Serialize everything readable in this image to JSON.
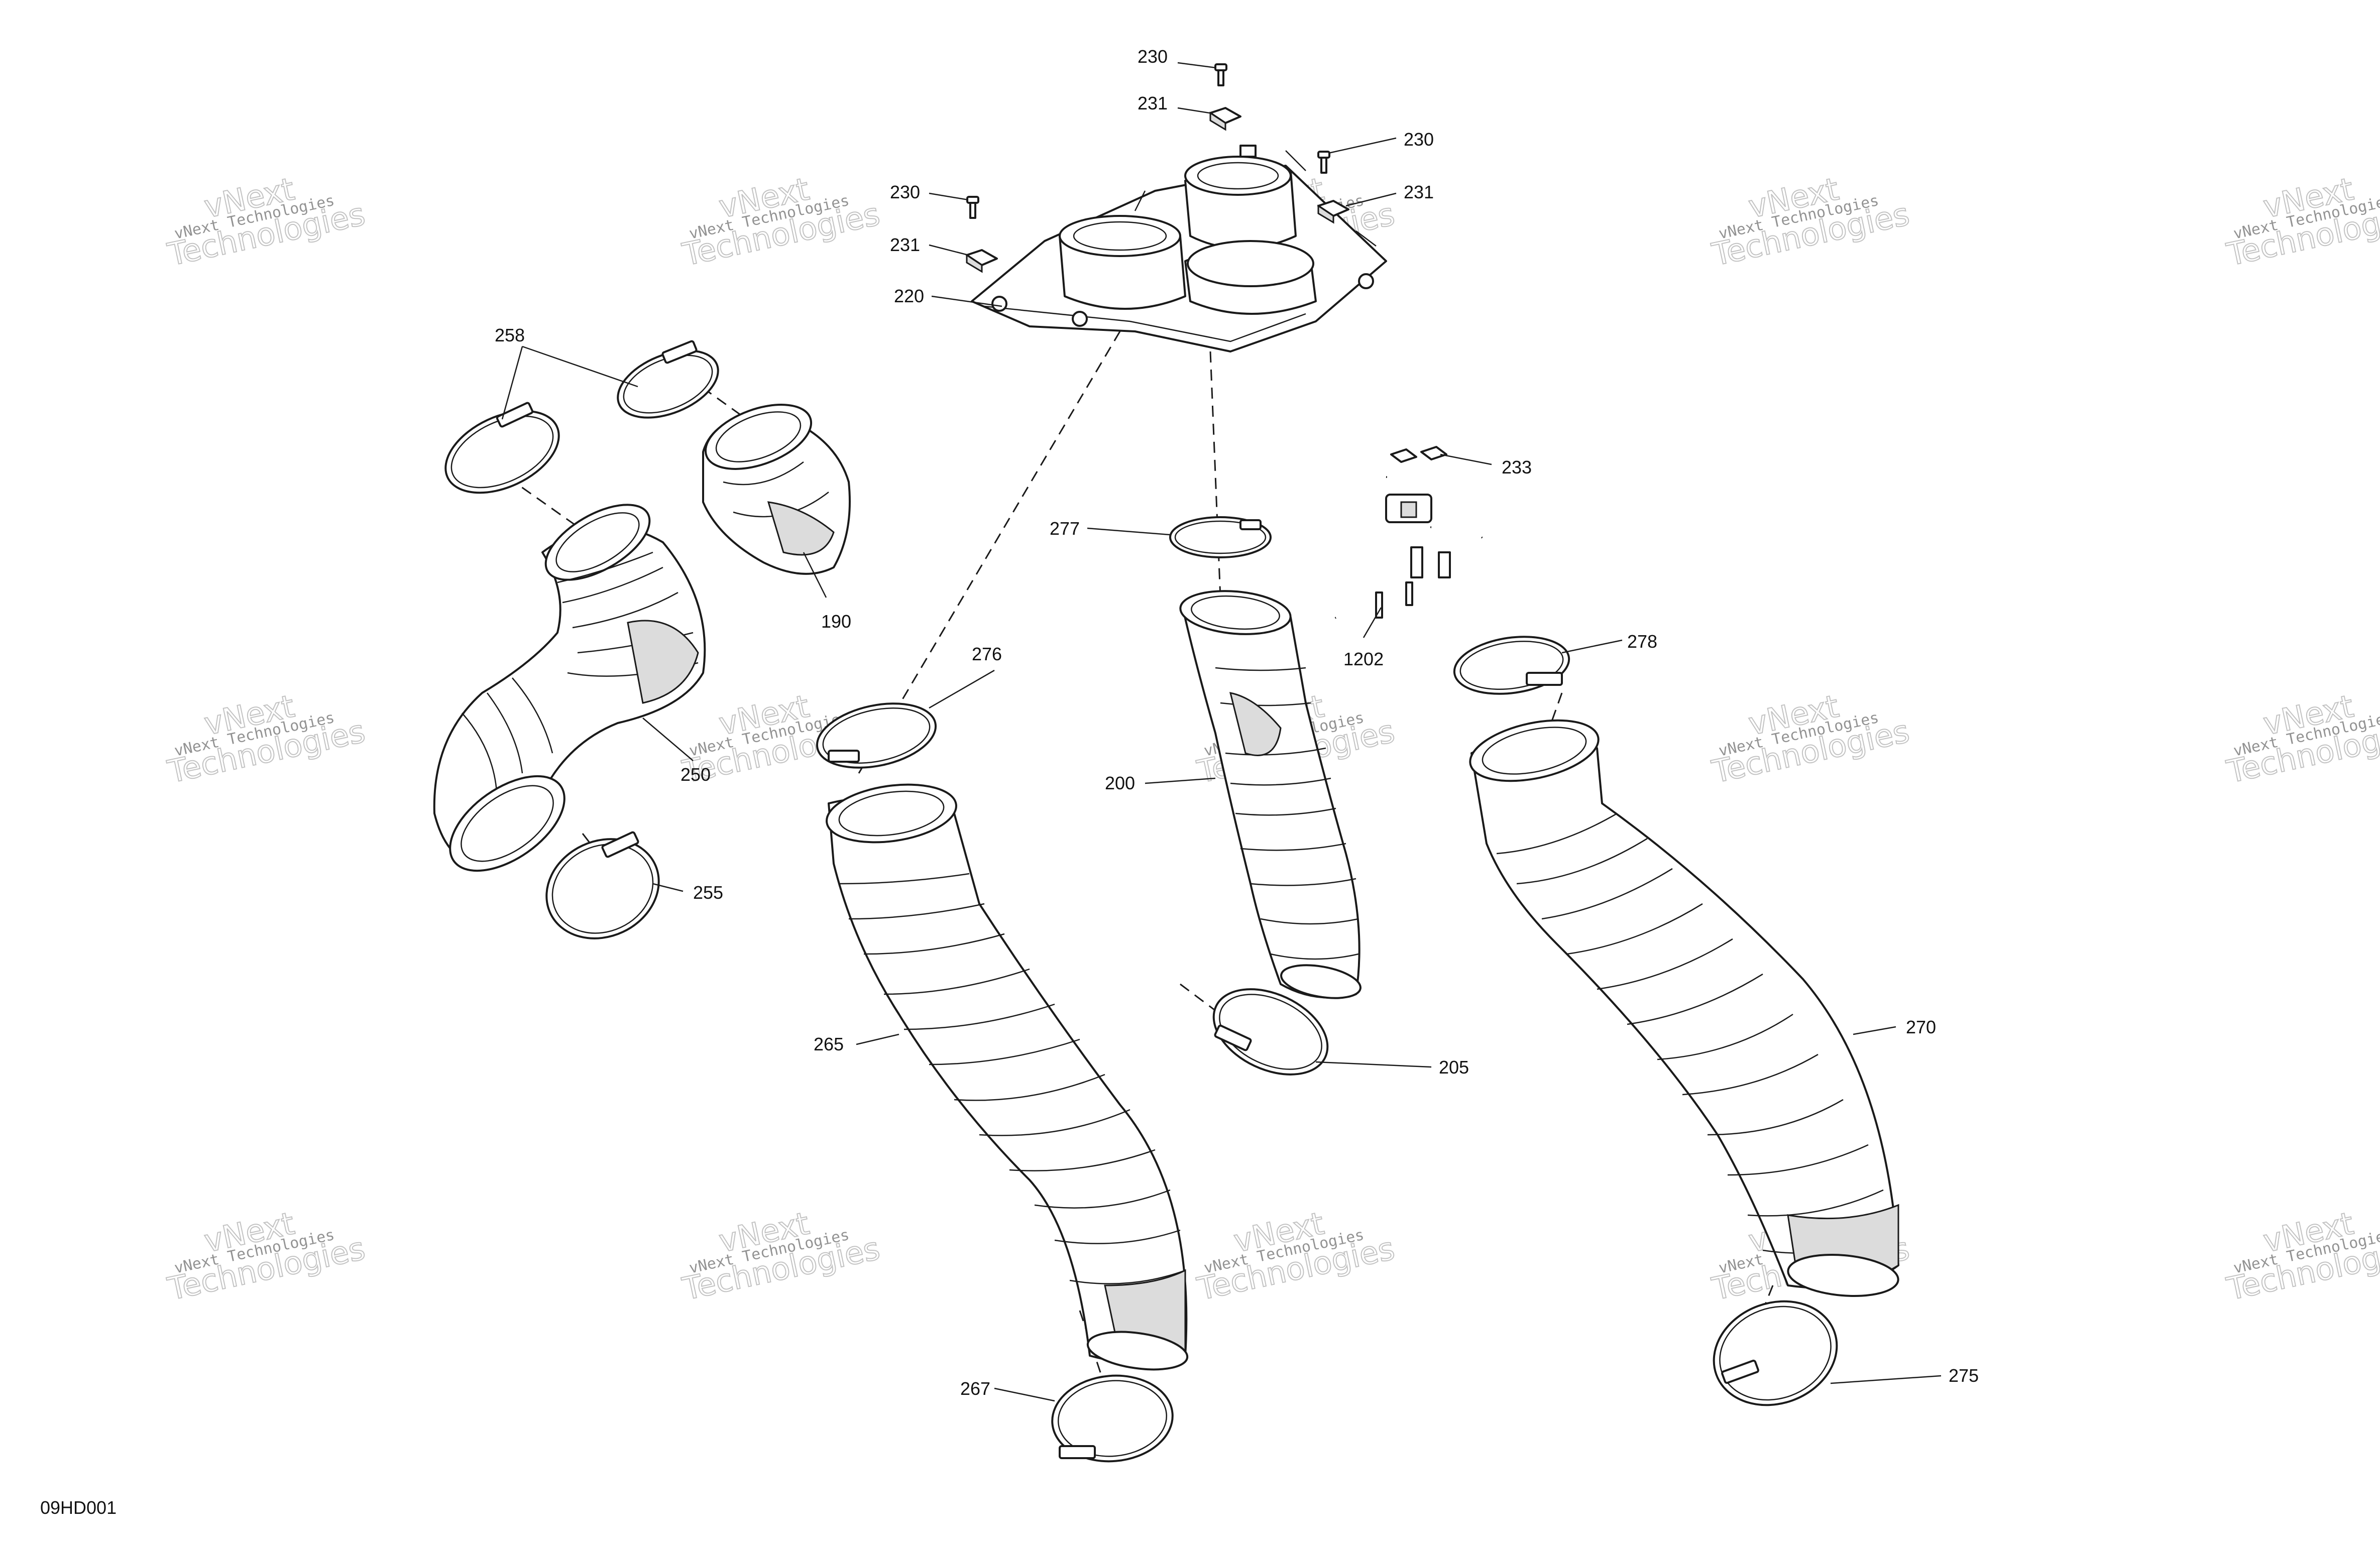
{
  "drawing_code": "09HD001",
  "watermark": {
    "line1": "vNext Technologies",
    "line2": "vNext",
    "line3": "Technologies"
  },
  "callouts": [
    {
      "id": "c230a",
      "text": "230"
    },
    {
      "id": "c231a",
      "text": "231"
    },
    {
      "id": "c230b",
      "text": "230"
    },
    {
      "id": "c231b",
      "text": "231"
    },
    {
      "id": "c230c",
      "text": "230"
    },
    {
      "id": "c231c",
      "text": "231"
    },
    {
      "id": "c220",
      "text": "220"
    },
    {
      "id": "c258",
      "text": "258"
    },
    {
      "id": "c190",
      "text": "190"
    },
    {
      "id": "c233",
      "text": "233"
    },
    {
      "id": "c277",
      "text": "277"
    },
    {
      "id": "c1202",
      "text": "1202"
    },
    {
      "id": "c276",
      "text": "276"
    },
    {
      "id": "c278",
      "text": "278"
    },
    {
      "id": "c250",
      "text": "250"
    },
    {
      "id": "c200",
      "text": "200"
    },
    {
      "id": "c255",
      "text": "255"
    },
    {
      "id": "c265",
      "text": "265"
    },
    {
      "id": "c270",
      "text": "270"
    },
    {
      "id": "c205",
      "text": "205"
    },
    {
      "id": "c267",
      "text": "267"
    },
    {
      "id": "c275",
      "text": "275"
    }
  ]
}
